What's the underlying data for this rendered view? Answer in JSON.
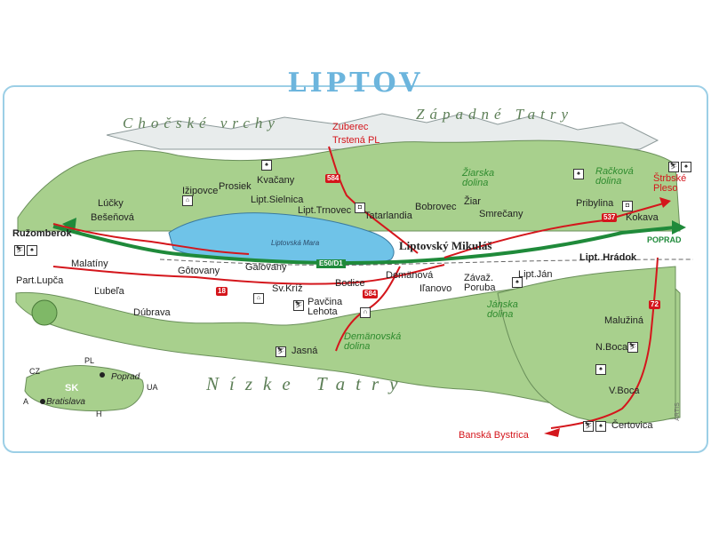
{
  "title": "LIPTOV",
  "mountains": {
    "chocske": "Chočské vrchy",
    "zapadne": "Západné Tatry",
    "nizke": "Nízke Tatry"
  },
  "water": {
    "lake": "Liptovská Mara"
  },
  "places": {
    "ruzomberok": "Ružomberok",
    "lucky": "Lúčky",
    "besenova": "Bešeňová",
    "izipovce": "Ižipovce",
    "prosiek": "Prosiek",
    "kvacany": "Kvačany",
    "lipt_sielnica": "Lipt.Sielnica",
    "lipt_trnovec": "Lipt.Trnovec",
    "tatarlandia": "Tatarlandia",
    "bobrovec": "Bobrovec",
    "ziar": "Žiar",
    "smrecany": "Smrečany",
    "pribylina": "Pribylina",
    "kokava": "Kokava",
    "lipt_mikulas": "Liptovský Mikuláš",
    "lipt_hradok": "Lipt. Hrádok",
    "malatiny": "Malatíny",
    "gotovany": "Gôtovany",
    "galovany": "Galovany",
    "part_lupca": "Part.Lupča",
    "lubela": "Ľubeľa",
    "dubrava": "Dúbrava",
    "sv_kriz": "Sv.Kríž",
    "bodice": "Bodice",
    "demanova": "Demänová",
    "ilanovo": "Iľanovo",
    "zavaz_poruba": "Závaž. Poruba",
    "lipt_jan": "Lipt.Ján",
    "pavcina_lehota": "Pavčina Lehota",
    "jasna": "Jasná",
    "maluzina": "Malužiná",
    "n_boca": "N.Boca",
    "v_boca": "V.Boca",
    "certovica": "Čertovica"
  },
  "valleys": {
    "ziarska": "Žiarska dolina",
    "rackova": "Račková dolina",
    "janska": "Jánska dolina",
    "demanovska": "Demänovská dolina"
  },
  "destinations": {
    "zuberec": "Zuberec",
    "trstena": "Trstená PL",
    "strbske": "Štrbské Pleso",
    "banska": "Banská Bystrica",
    "poprad": "POPRAD"
  },
  "roads": {
    "e50": "E50/D1",
    "r584a": "584",
    "r584b": "584",
    "r18": "18",
    "r537": "537",
    "r72": "72"
  },
  "inset": {
    "sk": "SK",
    "cz": "CZ",
    "pl": "PL",
    "ua": "UA",
    "a": "A",
    "h": "H",
    "poprad": "Poprad",
    "bratislava": "Bratislava"
  },
  "signature": "ARTIS",
  "colors": {
    "land": "#a8d08d",
    "lake": "#6fc3e8",
    "highway": "#1f8a3a",
    "road": "#d4161c",
    "title": "#6cb5dd"
  }
}
